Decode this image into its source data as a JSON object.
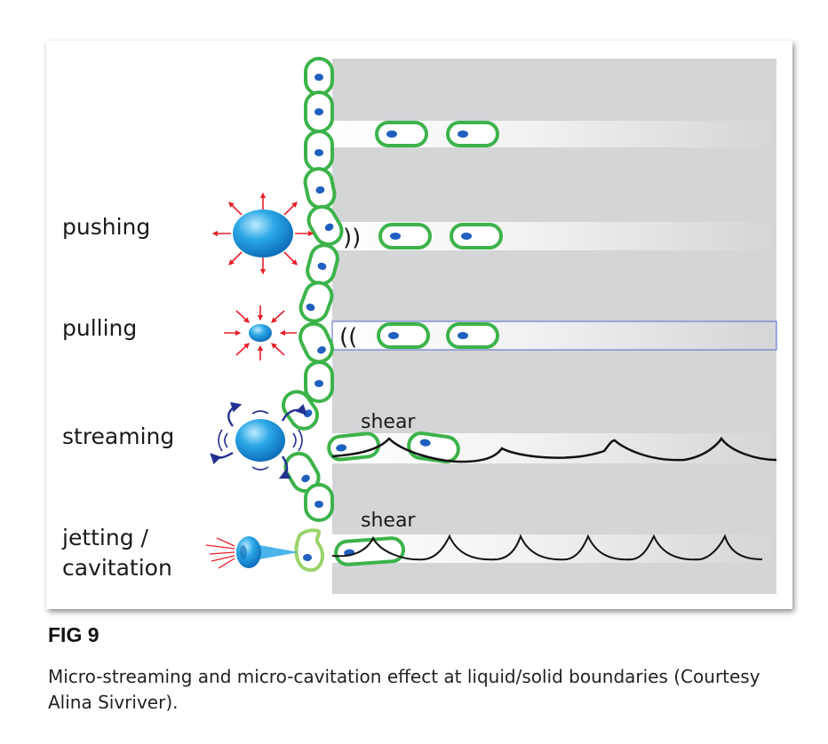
{
  "figure": {
    "labels": {
      "pushing": "pushing",
      "pulling": "pulling",
      "streaming": "streaming",
      "jetting_line1": "jetting /",
      "jetting_line2": "cavitation",
      "shear_1": "shear",
      "shear_2": "shear",
      "push_waves": "))",
      "pull_waves": "(("
    },
    "colors": {
      "cell_outline": "#3cb34a",
      "nucleus": "#1f5fbf",
      "bubble": "#2aa7e6",
      "arrow_red": "#e8202a",
      "arrow_blue": "#22318f",
      "panel_gray": "#d4d5d7"
    },
    "icons": [
      "bubble-icon",
      "cell-icon",
      "arrow-icon"
    ]
  },
  "caption": {
    "number": "FIG 9",
    "text": "Micro-streaming and micro-cavitation effect at liquid/solid boundaries (Courtesy Alina Sivriver)."
  }
}
